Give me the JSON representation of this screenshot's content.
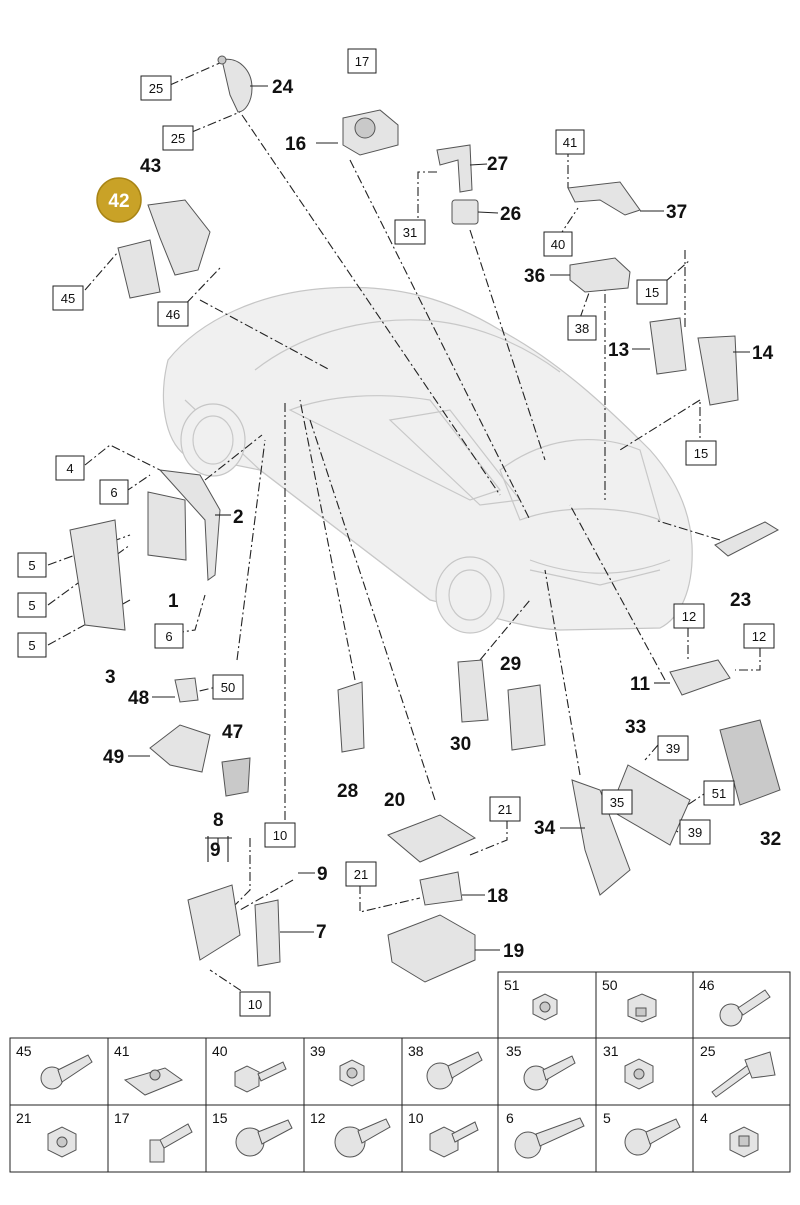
{
  "highlight_color": "#c9a227",
  "highlighted_callout": "42",
  "callouts": {
    "n24": "24",
    "n16": "16",
    "n27": "27",
    "n26": "26",
    "n37": "37",
    "n36": "36",
    "n43": "43",
    "n42": "42",
    "n13": "13",
    "n14": "14",
    "n2": "2",
    "n1": "1",
    "n3": "3",
    "n23": "23",
    "n29": "29",
    "n11": "11",
    "n30": "30",
    "n48": "48",
    "n47": "47",
    "n49": "49",
    "n28": "28",
    "n20": "20",
    "n33": "33",
    "n34": "34",
    "n32": "32",
    "n8": "8",
    "n9a": "9",
    "n9b": "9",
    "n18": "18",
    "n7": "7",
    "n19": "19"
  },
  "boxed_callouts": {
    "b25a": "25",
    "b25b": "25",
    "b17": "17",
    "b31": "31",
    "b41": "41",
    "b40": "40",
    "b38": "38",
    "b15a": "15",
    "b15b": "15",
    "b45": "45",
    "b46": "46",
    "b4": "4",
    "b6a": "6",
    "b5a": "5",
    "b5b": "5",
    "b5c": "5",
    "b6b": "6",
    "b12a": "12",
    "b12b": "12",
    "b50": "50",
    "b10a": "10",
    "b21a": "21",
    "b21b": "21",
    "b39a": "39",
    "b35": "35",
    "b51": "51",
    "b39b": "39",
    "b10b": "10"
  },
  "hardware_table": {
    "row1": [
      "51",
      "50",
      "46"
    ],
    "row2": [
      "45",
      "41",
      "40",
      "39",
      "38",
      "35",
      "31",
      "25"
    ],
    "row3": [
      "21",
      "17",
      "15",
      "12",
      "10",
      "6",
      "5",
      "4"
    ]
  }
}
